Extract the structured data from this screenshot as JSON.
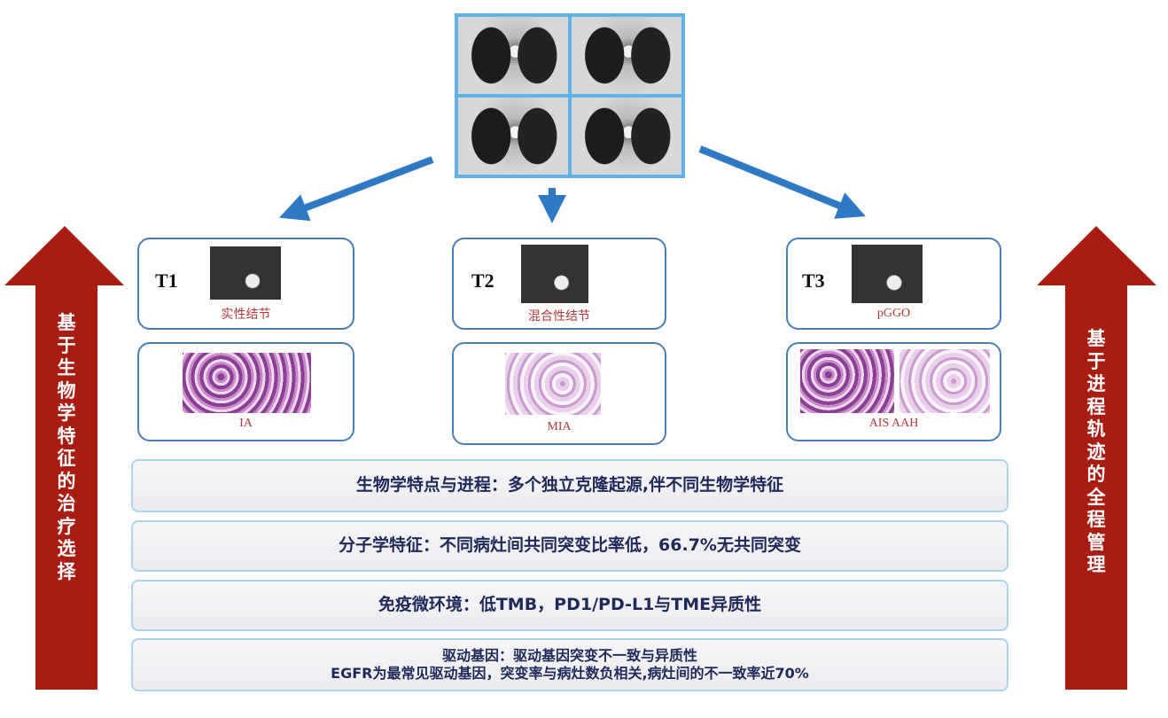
{
  "ct_panel": {
    "icon": "ct-scan-grid-image"
  },
  "nodules": [
    {
      "label": "T1",
      "type": "实性结节",
      "histology": "IA"
    },
    {
      "label": "T2",
      "type": "混合性结节",
      "histology": "MIA"
    },
    {
      "label": "T3",
      "type": "pGGO",
      "histology": "AIS AAH"
    }
  ],
  "features": [
    {
      "text": "生物学特点与进程：多个独立克隆起源,伴不同生物学特征"
    },
    {
      "text": "分子学特征：不同病灶间共同突变比率低，66.7%无共同突变"
    },
    {
      "text": "免疫微环境：低TMB，PD1/PD-L1与TME异质性"
    },
    {
      "line1": "驱动基因：驱动基因突变不一致与异质性",
      "line2": "EGFR为最常见驱动基因，突变率与病灶数负相关,病灶间的不一致率近70%"
    }
  ],
  "left_arrow": {
    "text": "基于生物学特征的治疗选择"
  },
  "right_arrow": {
    "text": "基于进程轨迹的全程管理"
  },
  "colors": {
    "arrow_blue": "#2f78c4",
    "arrow_red": "#a81c12",
    "text_navy": "#1f2a5a",
    "caption_red": "#b33a3a"
  }
}
